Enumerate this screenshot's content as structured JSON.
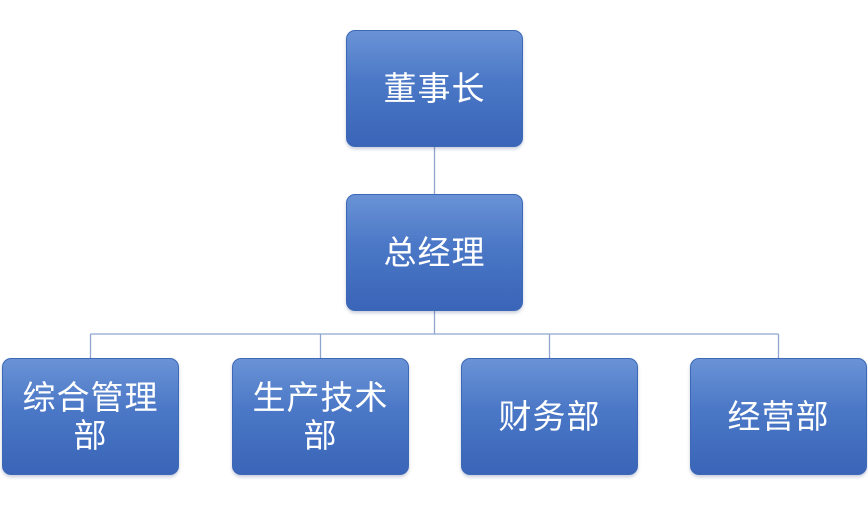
{
  "org_chart": {
    "top": {
      "label": "董事长"
    },
    "middle": {
      "label": "总经理"
    },
    "departments": [
      {
        "label": "综合管理部"
      },
      {
        "label": "生产技术部"
      },
      {
        "label": "财务部"
      },
      {
        "label": "经营部"
      }
    ]
  },
  "colors": {
    "node_fill": "#4a77c6",
    "node_border": "#3d68b5",
    "connector": "#8fa6cf",
    "text": "#ffffff"
  }
}
